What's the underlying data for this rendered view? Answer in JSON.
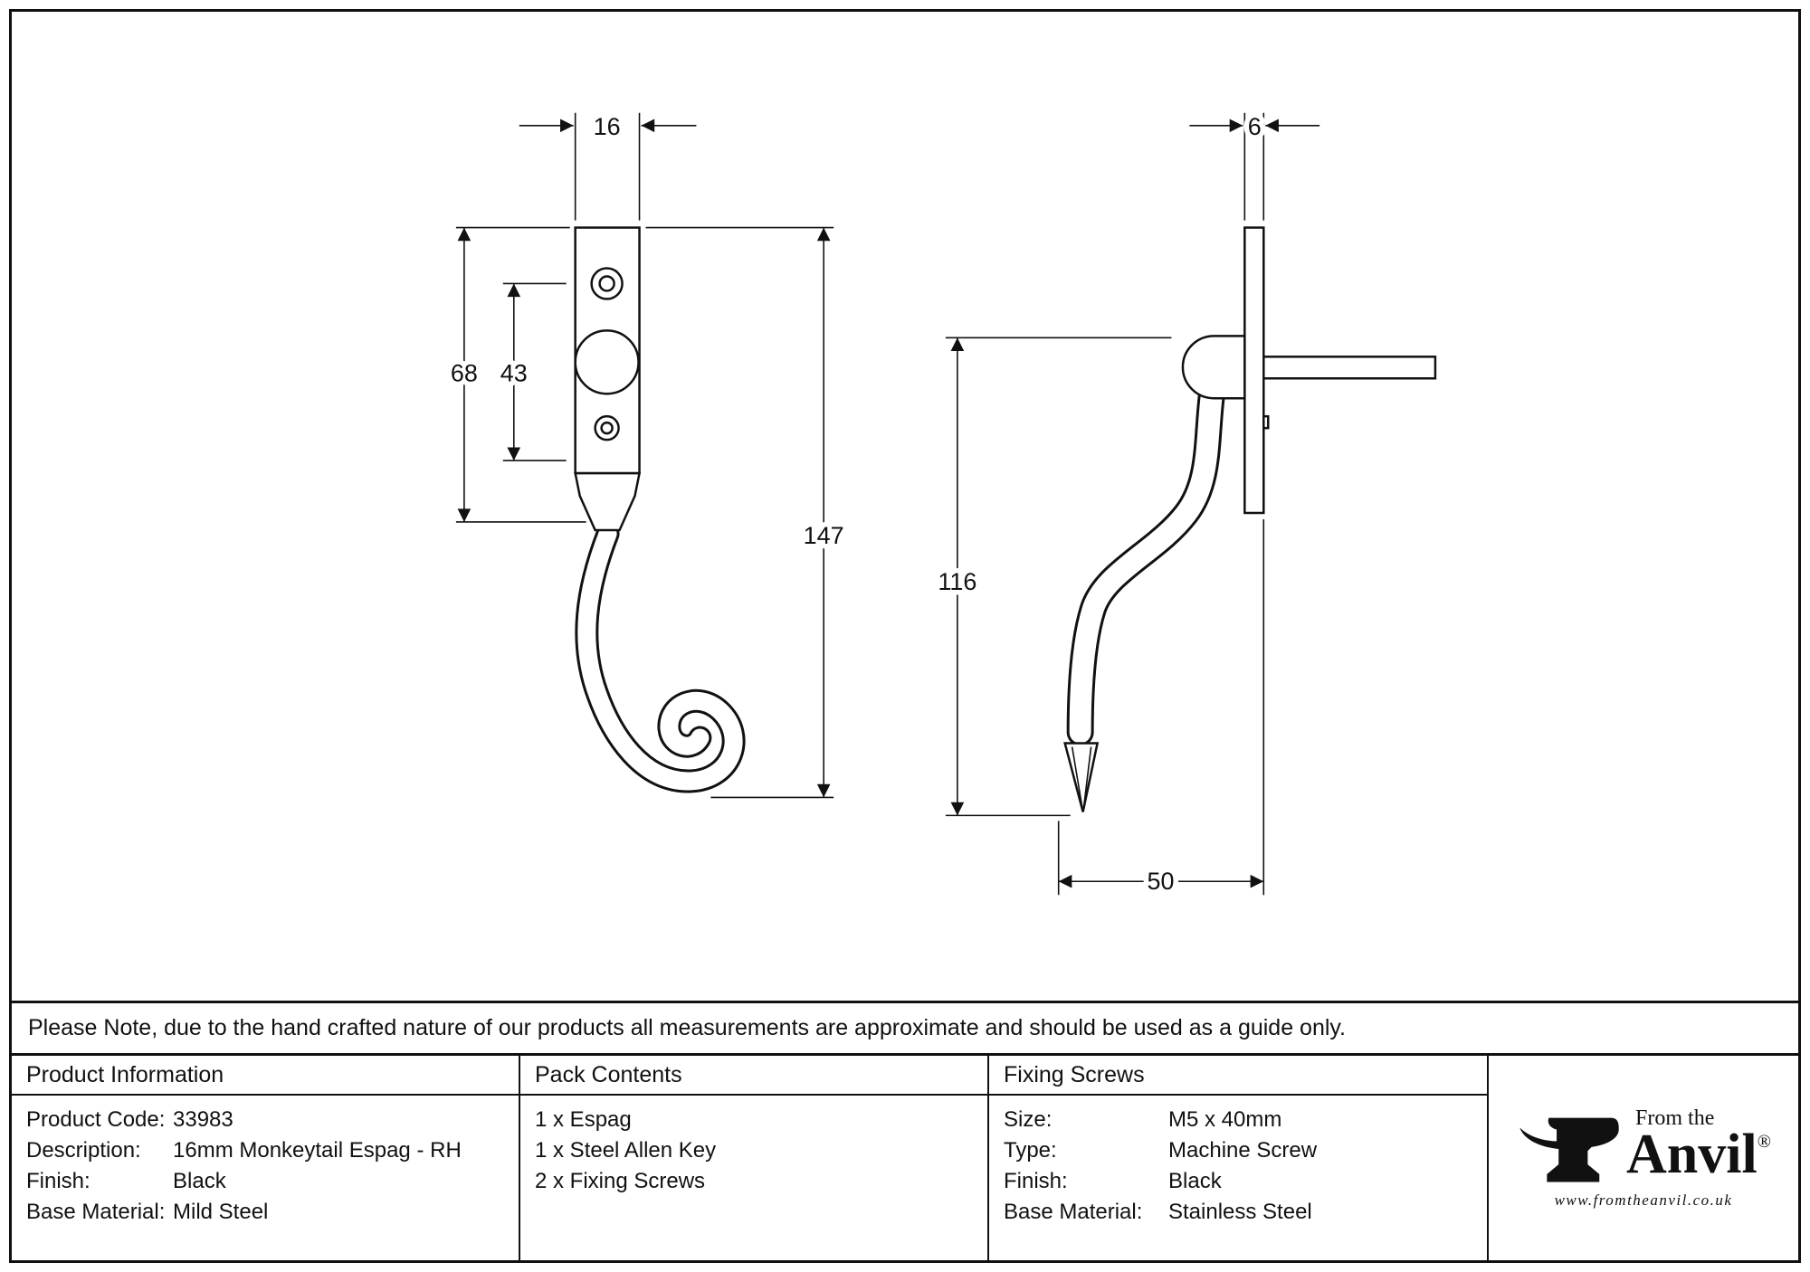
{
  "drawing": {
    "front_view": {
      "width": "16",
      "plate_height": "68",
      "hole_spacing": "43",
      "total_height": "147"
    },
    "side_view": {
      "thickness": "6",
      "height": "116",
      "depth": "50"
    }
  },
  "note": "Please Note, due to the hand crafted nature of our products all measurements are approximate and should be used as a guide only.",
  "table": {
    "product_information": {
      "header": "Product Information",
      "rows": [
        {
          "label": "Product Code:",
          "value": "33983"
        },
        {
          "label": "Description:",
          "value": "16mm Monkeytail Espag - RH"
        },
        {
          "label": "Finish:",
          "value": "Black"
        },
        {
          "label": "Base Material:",
          "value": "Mild Steel"
        }
      ]
    },
    "pack_contents": {
      "header": "Pack Contents",
      "items": [
        "1 x Espag",
        "1 x Steel Allen Key",
        "2 x Fixing Screws"
      ]
    },
    "fixing_screws": {
      "header": "Fixing Screws",
      "rows": [
        {
          "label": "Size:",
          "value": "M5 x 40mm"
        },
        {
          "label": "Type:",
          "value": "Machine Screw"
        },
        {
          "label": "Finish:",
          "value": "Black"
        },
        {
          "label": "Base Material:",
          "value": "Stainless Steel"
        }
      ]
    },
    "logo": {
      "brand_top": "From the",
      "brand_main": "Anvil",
      "registered": "®",
      "website": "www.fromtheanvil.co.uk"
    }
  }
}
